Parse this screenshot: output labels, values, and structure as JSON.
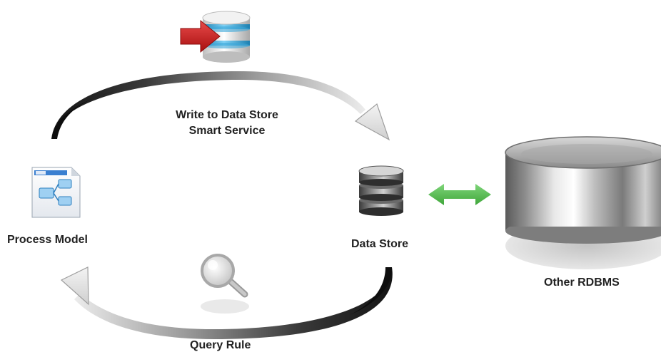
{
  "nodes": {
    "process_model": {
      "label": "Process Model",
      "icon": "process-model-document-icon"
    },
    "data_store": {
      "label": "Data Store",
      "icon": "database-stack-icon"
    },
    "other_rdbms": {
      "label": "Other RDBMS",
      "icon": "rdbms-cylinder-icon"
    }
  },
  "edges": {
    "write": {
      "line1": "Write to Data  Store",
      "line2": "Smart Service",
      "icon": "database-write-arrow-icon"
    },
    "query": {
      "label": "Query Rule",
      "icon": "magnifier-icon"
    },
    "sync": {
      "icon": "double-arrow-icon"
    }
  },
  "colors": {
    "sync_arrow": "#5fc35a",
    "write_arrow_red": "#c81e1e",
    "db_band_blue": "#3aa6d8",
    "arc_dark": "#141414",
    "arc_light": "#e6e6e6"
  }
}
